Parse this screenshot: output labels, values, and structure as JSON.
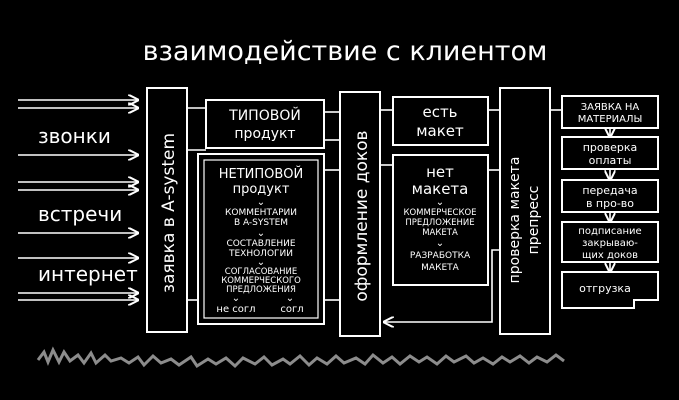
{
  "title": "взаимодействие с клиентом",
  "channels": [
    "звонки",
    "встречи",
    "интернет"
  ],
  "column_request": "заявка в A-system",
  "typical": [
    "ТИПОВОЙ",
    "продукт"
  ],
  "nontypical_title": [
    "НЕТИПОВОЙ",
    "продукт"
  ],
  "nontypical_items": [
    [
      "КОММЕНТАРИИ",
      "В A-SYSTEM"
    ],
    [
      "СОСТАВЛЕНИЕ",
      "ТЕХНОЛОГИИ"
    ],
    [
      "СОГЛАСОВАНИЕ",
      "КОММЕРЧЕСКОГО",
      "ПРЕДЛОЖЕНИЯ"
    ]
  ],
  "branch_labels": [
    "не согл",
    "согл"
  ],
  "column_docs": "оформление доков",
  "has_layout": [
    "есть",
    "макет"
  ],
  "no_layout_title": [
    "нет",
    "макета"
  ],
  "no_layout_items": [
    [
      "КОММЕРЧЕСКОЕ",
      "ПРЕДЛОЖЕНИЕ",
      "МАКЕТА"
    ],
    [
      "РАЗРАБОТКА",
      "МАКЕТА"
    ]
  ],
  "column_check": [
    "проверка макета",
    "препресс"
  ],
  "right_steps": [
    [
      "ЗАЯВКА НА",
      "МАТЕРИАЛЫ"
    ],
    [
      "проверка",
      "оплаты"
    ],
    [
      "передача",
      "в про-во"
    ],
    [
      "подписание",
      "закрываю-",
      "щих доков"
    ],
    [
      "отгрузка"
    ]
  ]
}
